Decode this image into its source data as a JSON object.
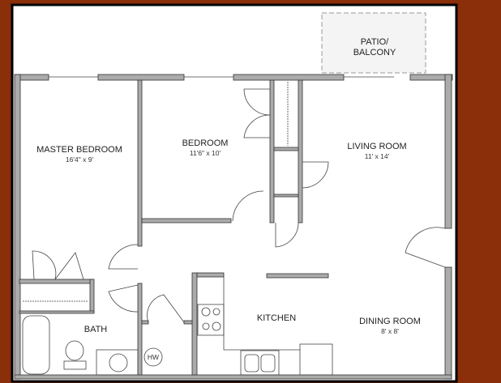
{
  "colors": {
    "background": "#8b2e0a",
    "wall": "#ababab",
    "paper": "#ffffff",
    "patio": "#f4f4f4"
  },
  "rooms": {
    "patio": {
      "line1": "PATIO/",
      "line2": "BALCONY"
    },
    "master_bedroom": {
      "name": "MASTER BEDROOM",
      "size": "16'4\" x 9'"
    },
    "bedroom": {
      "name": "BEDROOM",
      "size": "11'6\"  x 10'"
    },
    "living_room": {
      "name": "LIVING ROOM",
      "size": "11' x 14'"
    },
    "kitchen": {
      "name": "KITCHEN"
    },
    "dining_room": {
      "name": "DINING ROOM",
      "size": "8' x 8'"
    },
    "bath": {
      "name": "BATH"
    },
    "water_heater": {
      "label": "HW"
    }
  }
}
